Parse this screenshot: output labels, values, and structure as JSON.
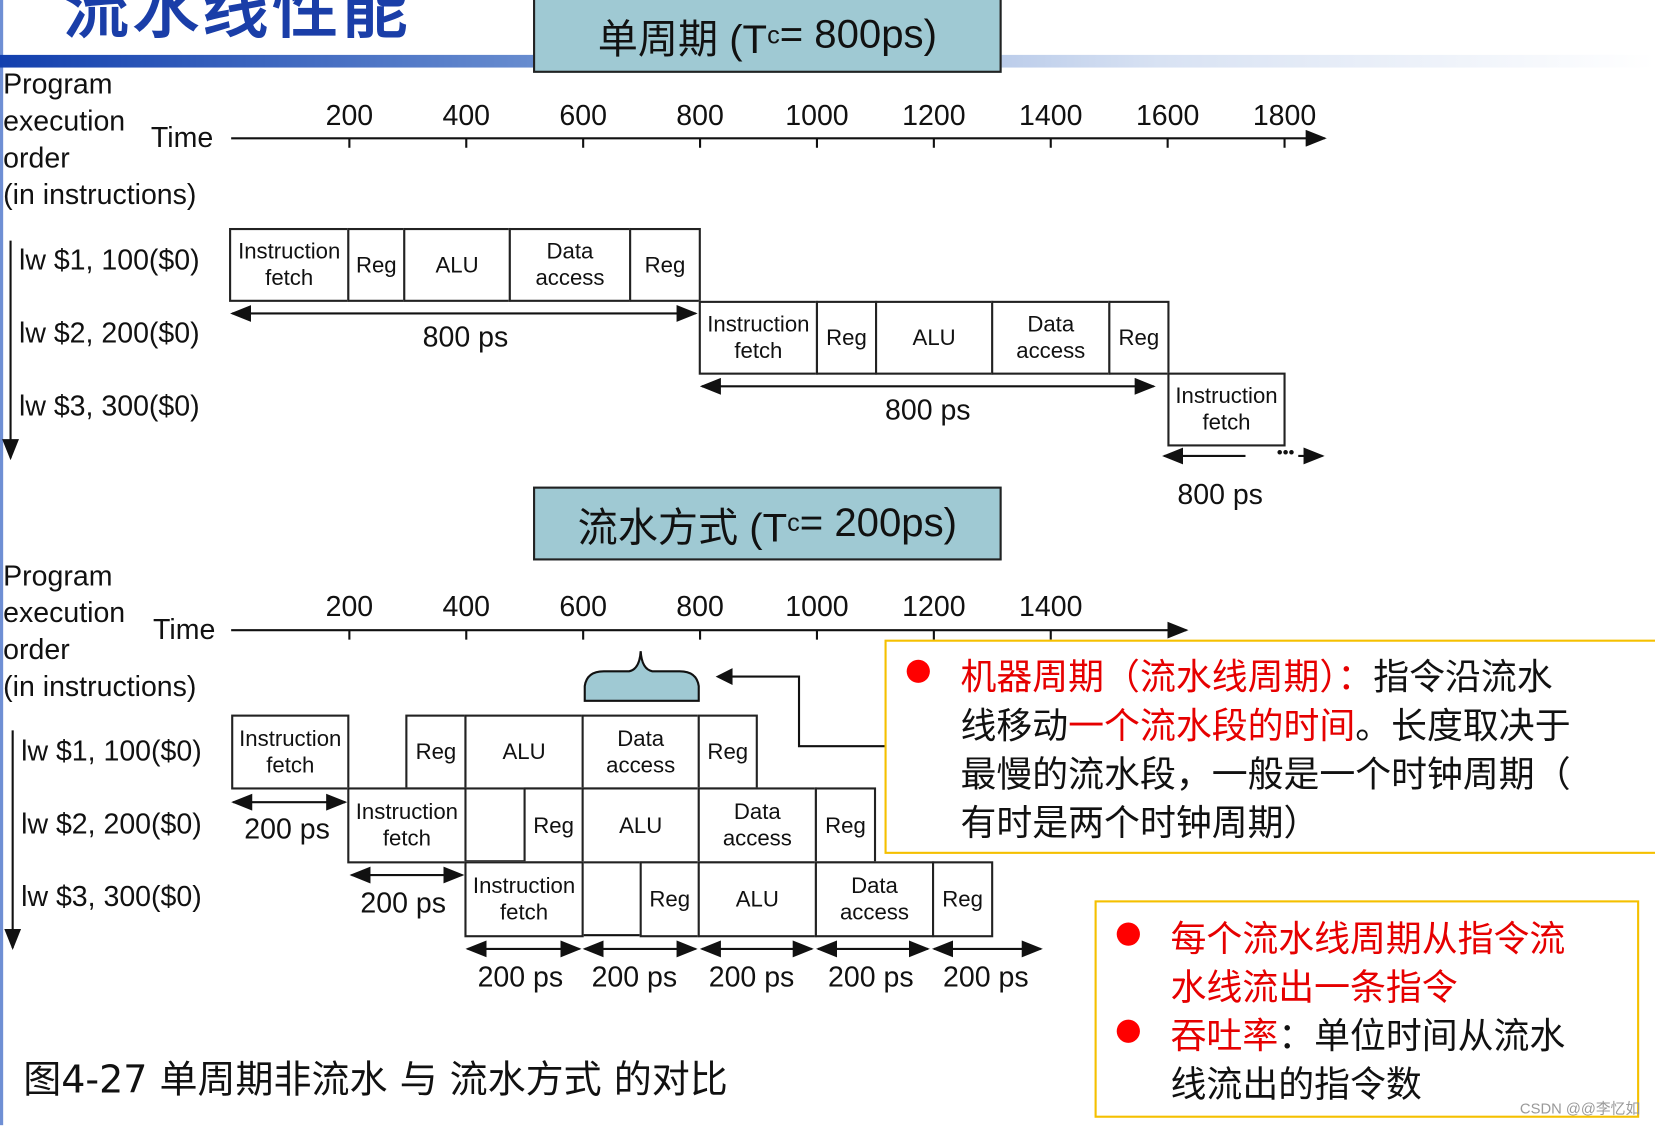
{
  "slide_title": "流水线性能",
  "single": {
    "title_prefix": "单周期 (T",
    "title_sub": "c",
    "title_suffix": "= 800ps)",
    "axis_label": "Time",
    "order_label": [
      "Program",
      "execution",
      "order",
      "(in instructions)"
    ],
    "ticks": [
      "200",
      "400",
      "600",
      "800",
      "1000",
      "1200",
      "1400",
      "1600",
      "1800"
    ],
    "instructions": [
      "lw  $1, 100($0)",
      "lw  $2, 200($0)",
      "lw  $3, 300($0)"
    ],
    "rows": [
      [
        "Instruction\nfetch",
        "Reg",
        "ALU",
        "Data\naccess",
        "Reg"
      ],
      [
        "Instruction\nfetch",
        "Reg",
        "ALU",
        "Data\naccess",
        "Reg"
      ],
      [
        "Instruction\nfetch"
      ]
    ],
    "durations": [
      "800 ps",
      "800 ps",
      "800 ps"
    ],
    "ellipsis": "•••"
  },
  "pipe": {
    "title_prefix": "流水方式 (T",
    "title_sub": "c",
    "title_suffix": "= 200ps)",
    "axis_label": "Time",
    "order_label": [
      "Program",
      "execution",
      "order",
      "(in instructions)"
    ],
    "ticks": [
      "200",
      "400",
      "600",
      "800",
      "1000",
      "1200",
      "1400"
    ],
    "instructions": [
      "lw  $1, 100($0)",
      "lw  $2, 200($0)",
      "lw  $3, 300($0)"
    ],
    "rows": [
      [
        "Instruction\nfetch",
        "Reg",
        "ALU",
        "Data\naccess",
        "Reg"
      ],
      [
        "Instruction\nfetch",
        "Reg",
        "ALU",
        "Data\naccess",
        "Reg"
      ],
      [
        "Instruction\nfetch",
        "Reg",
        "ALU",
        "Data\naccess",
        "Reg"
      ]
    ],
    "row_durations": [
      "200 ps",
      "200 ps"
    ],
    "bottom_durations": [
      "200 ps",
      "200 ps",
      "200 ps",
      "200 ps",
      "200 ps"
    ]
  },
  "note1": {
    "l1_red": "机器周期（流水线周期）：",
    "l1_black": "指令沿流水",
    "l2_black_a": "线移动",
    "l2_red": "一个流水段的时间",
    "l2_black_b": "。长度取决于",
    "l3": "最慢的流水段，一般是一个时钟周期（",
    "l4": "有时是两个时钟周期）"
  },
  "note2": {
    "l1": "每个流水线周期从指令流",
    "l2": "水线流出一条指令",
    "l3_red": "吞吐率",
    "l3_black": "：单位时间从流水",
    "l4": "线流出的指令数"
  },
  "caption": "图4-27 单周期非流水  与 流水方式 的对比",
  "watermark": "CSDN @@李忆如",
  "colors": {
    "title_box": "#9fc9d3",
    "accent_blue": "#1a3ea8",
    "note_border": "#f5c000",
    "highlight": "#e60000"
  }
}
